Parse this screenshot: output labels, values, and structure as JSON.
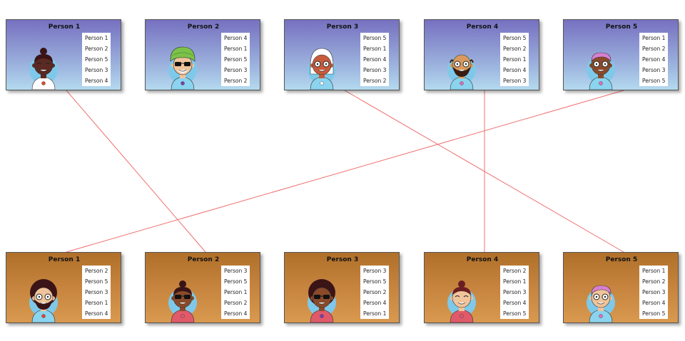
{
  "top": [
    {
      "name": "Person 1",
      "prefs": [
        "Person 1",
        "Person 2",
        "Person 5",
        "Person 3",
        "Person 4"
      ],
      "avatar": {
        "skin": "#5b2a22",
        "hair": "#3a1416",
        "hairstyle": "bun",
        "shirt": "#ffffff",
        "accent": "#e0462f",
        "glasses": "none"
      }
    },
    {
      "name": "Person 2",
      "prefs": [
        "Person 4",
        "Person 1",
        "Person 5",
        "Person 3",
        "Person 2"
      ],
      "avatar": {
        "skin": "#f0c49a",
        "hair": "#7bc24a",
        "hairstyle": "turban",
        "shirt": "#8ad4ef",
        "accent": "#7a3fb0",
        "glasses": "sunglasses"
      }
    },
    {
      "name": "Person 3",
      "prefs": [
        "Person 5",
        "Person 1",
        "Person 4",
        "Person 3",
        "Person 2"
      ],
      "avatar": {
        "skin": "#c75b3a",
        "hair": "#ffffff",
        "hairstyle": "bob",
        "shirt": "#8ad4ef",
        "accent": "#ffffff",
        "glasses": "round"
      }
    },
    {
      "name": "Person 4",
      "prefs": [
        "Person 5",
        "Person 2",
        "Person 1",
        "Person 4",
        "Person 3"
      ],
      "avatar": {
        "skin": "#d99a5c",
        "hair": "#3a1c10",
        "hairstyle": "bald-beard",
        "shirt": "#8ad4ef",
        "accent": "#e76cb4",
        "glasses": "round"
      }
    },
    {
      "name": "Person 5",
      "prefs": [
        "Person 1",
        "Person 2",
        "Person 4",
        "Person 3",
        "Person 5"
      ],
      "avatar": {
        "skin": "#8a4a2a",
        "hair": "#d87fd0",
        "hairstyle": "short",
        "shirt": "#8ad4ef",
        "accent": "#e76cb4",
        "glasses": "round"
      }
    }
  ],
  "bottom": [
    {
      "name": "Person 1",
      "prefs": [
        "Person 2",
        "Person 5",
        "Person 3",
        "Person 1",
        "Person 4"
      ],
      "avatar": {
        "skin": "#f0c49a",
        "hair": "#3a1416",
        "hairstyle": "afro-beard",
        "shirt": "#8ad4ef",
        "accent": "#e0462f",
        "glasses": "round"
      }
    },
    {
      "name": "Person 2",
      "prefs": [
        "Person 3",
        "Person 5",
        "Person 1",
        "Person 2",
        "Person 4"
      ],
      "avatar": {
        "skin": "#8a4a2a",
        "hair": "#3a1416",
        "hairstyle": "bun",
        "shirt": "#e05a6a",
        "accent": "#e05a6a",
        "glasses": "sunglasses"
      }
    },
    {
      "name": "Person 3",
      "prefs": [
        "Person 3",
        "Person 5",
        "Person 2",
        "Person 4",
        "Person 1"
      ],
      "avatar": {
        "skin": "#8a4a2a",
        "hair": "#3a1416",
        "hairstyle": "afro",
        "shirt": "#e05a6a",
        "accent": "#7a3fb0",
        "glasses": "sunglasses"
      }
    },
    {
      "name": "Person 4",
      "prefs": [
        "Person 2",
        "Person 1",
        "Person 3",
        "Person 4",
        "Person 5"
      ],
      "avatar": {
        "skin": "#f0c49a",
        "hair": "#6b1e22",
        "hairstyle": "bun",
        "shirt": "#e05a6a",
        "accent": "#e05a6a",
        "glasses": "none"
      }
    },
    {
      "name": "Person 5",
      "prefs": [
        "Person 1",
        "Person 2",
        "Person 3",
        "Person 4",
        "Person 5"
      ],
      "avatar": {
        "skin": "#f0c49a",
        "hair": "#d87fd0",
        "hairstyle": "short",
        "shirt": "#8ad4ef",
        "accent": "#e76cb4",
        "glasses": "round"
      }
    }
  ],
  "pairings": [
    {
      "top": "Person 1",
      "bottom": "Person 2"
    },
    {
      "top": "Person 3",
      "bottom": "Person 5"
    },
    {
      "top": "Person 4",
      "bottom": "Person 4"
    },
    {
      "top": "Person 5",
      "bottom": "Person 1"
    }
  ],
  "colors": {
    "link": "#f07070",
    "top_gradient": [
      "#7670c0",
      "#b4daef"
    ],
    "bottom_gradient": [
      "#b0702a",
      "#d9994f"
    ]
  }
}
